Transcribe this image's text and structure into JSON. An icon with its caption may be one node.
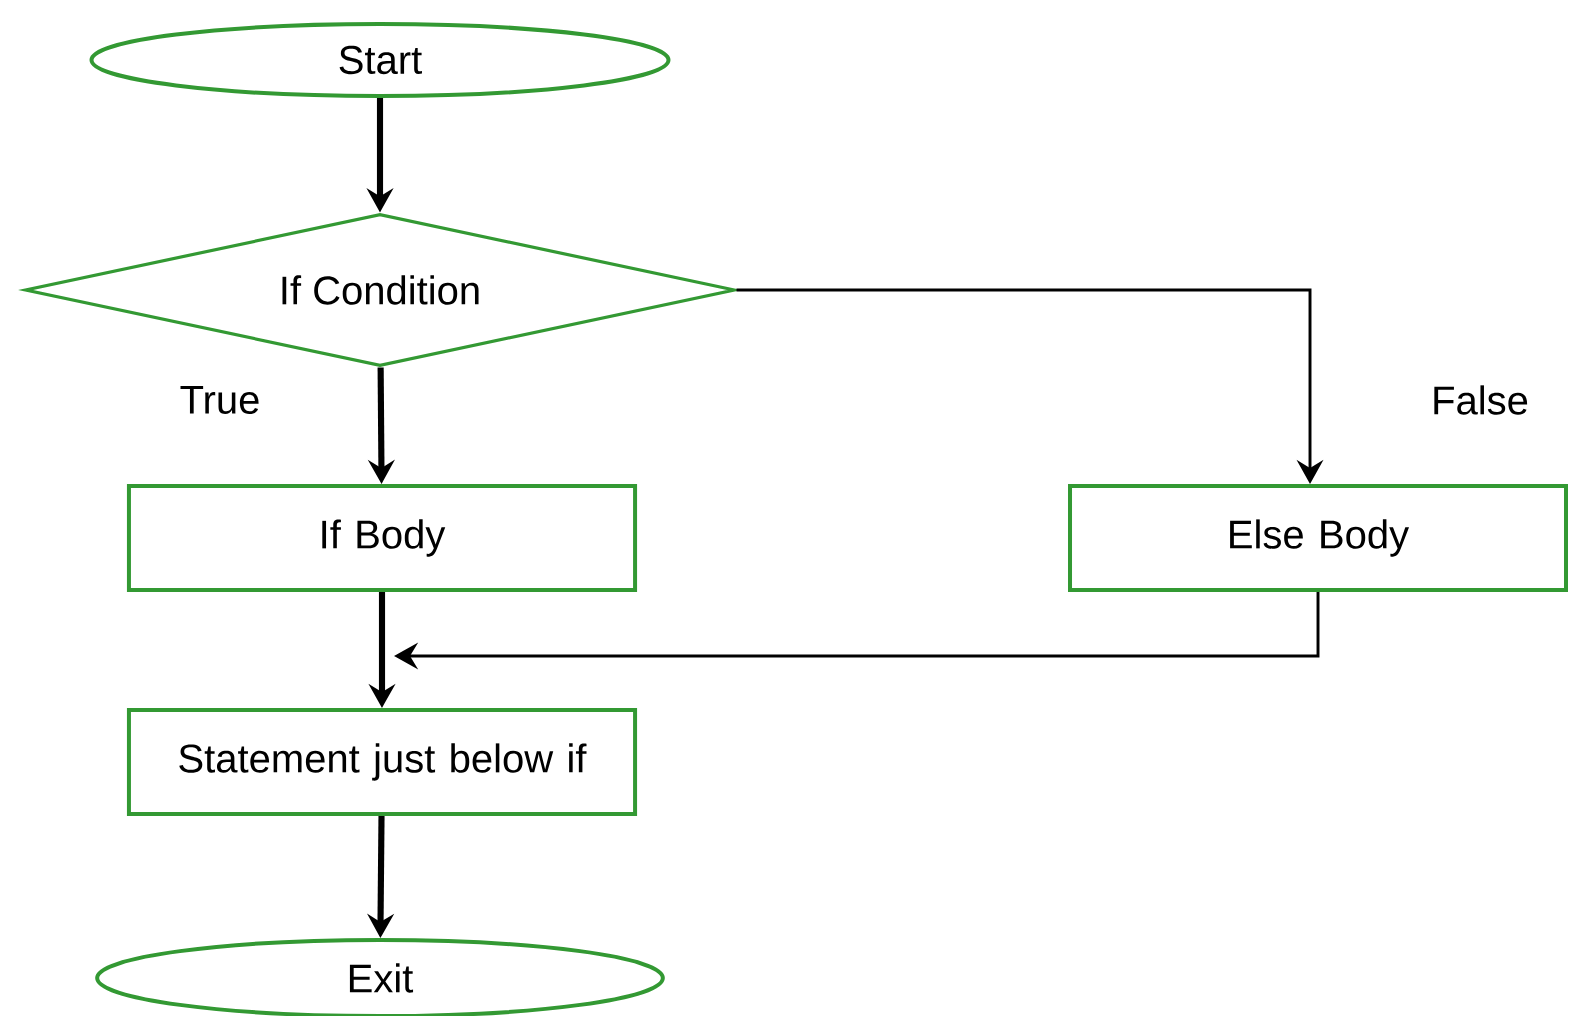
{
  "diagram": {
    "nodes": [
      {
        "text": [
          "Start"
        ]
      },
      {
        "text": [
          "If Condition"
        ]
      },
      {
        "text": [
          "If Body"
        ]
      },
      {
        "text": [
          "Else Body"
        ]
      },
      {
        "text": [
          "Statement just below if"
        ]
      },
      {
        "text": [
          "Exit"
        ]
      }
    ],
    "edges": [
      {
        "from": 0,
        "to": 1,
        "arrow": "to"
      },
      {
        "from": 1,
        "to": 2,
        "arrow": "to",
        "label": "True"
      },
      {
        "from": 1,
        "to": 3,
        "arrow": "to",
        "label": "False"
      },
      {
        "from": 2,
        "to": 4,
        "arrow": "to"
      },
      {
        "from": 3,
        "to": 4,
        "arrow": "to"
      },
      {
        "from": 4,
        "to": 5,
        "arrow": "to"
      }
    ]
  }
}
